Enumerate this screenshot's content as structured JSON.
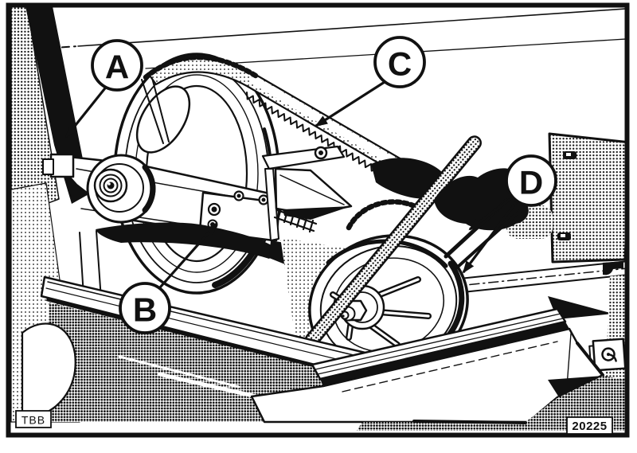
{
  "figure": {
    "callouts": [
      {
        "label": "A"
      },
      {
        "label": "B"
      },
      {
        "label": "C"
      },
      {
        "label": "D"
      }
    ],
    "corner_labels": {
      "bottom_left": "TBB",
      "bottom_right": "20225"
    }
  },
  "colors": {
    "ink": "#111111",
    "paper": "#ffffff"
  }
}
